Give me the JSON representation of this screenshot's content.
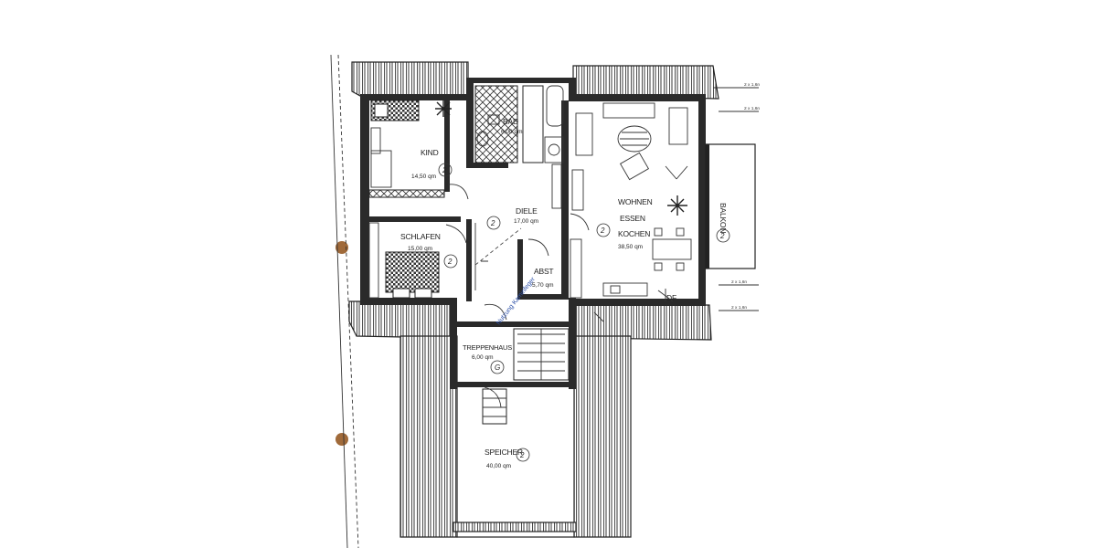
{
  "rooms": {
    "kind": {
      "name": "KIND",
      "area": "14,50 qm",
      "num": "2"
    },
    "schlafen": {
      "name": "SCHLAFEN",
      "area": "15,00 qm",
      "num": "2"
    },
    "bad": {
      "name": "BAD",
      "area": "6,00 qm"
    },
    "diele": {
      "name": "DIELE",
      "area": "17,00 qm",
      "num": "2"
    },
    "abst": {
      "name": "ABST",
      "area": "5,70 qm"
    },
    "wohnen": {
      "line1": "WOHNEN",
      "line2": "ESSEN",
      "line3": "KOCHEN",
      "area": "38,50 qm",
      "num": "2"
    },
    "balkon": {
      "name": "BALKON",
      "num": "2"
    },
    "treppenhaus": {
      "name": "TREPPENHAUS",
      "area": "6,00 qm",
      "num": "G"
    },
    "speicher": {
      "name": "SPEICHER",
      "area": "40,00 qm",
      "num": "2"
    }
  },
  "annotations": {
    "df": "DF",
    "stair_note": "Nutzung Kaminfeger",
    "side_marks": [
      "2 x 1,6n",
      "2 x 1,6n",
      "2 x 1,6n",
      "2 x 1,6n"
    ]
  }
}
